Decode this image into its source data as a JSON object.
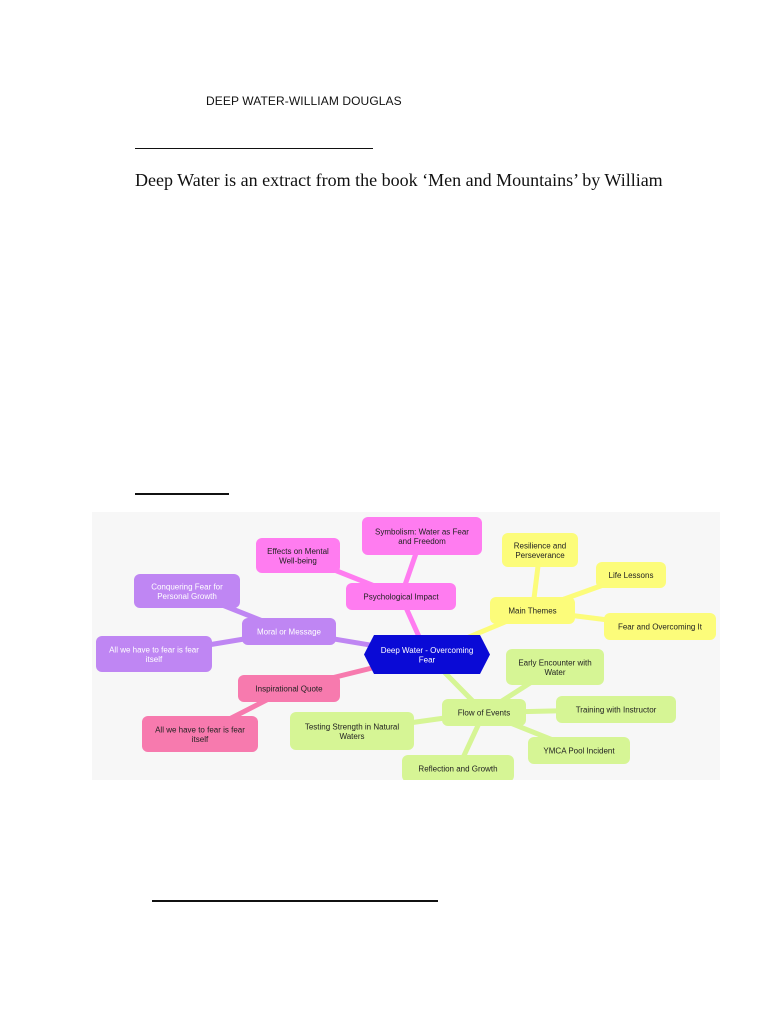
{
  "document": {
    "title": "DEEP WATER-WILLIAM DOUGLAS",
    "intro": "Deep Water is an extract from the book ‘Men and Mountains’ by William"
  },
  "mindmap": {
    "colors": {
      "center": "#0a0ad6",
      "magenta": "#ff7cf0",
      "yellow": "#fcfc7a",
      "purple": "#bf86f3",
      "pink": "#f77aae",
      "green": "#d6f595"
    },
    "nodes": {
      "center": [
        "Deep Water - Overcoming",
        "Fear"
      ],
      "psych": [
        "Psychological Impact"
      ],
      "symbolism": [
        "Symbolism: Water as Fear",
        "and Freedom"
      ],
      "effects": [
        "Effects on Mental",
        "Well-being"
      ],
      "themes": [
        "Main Themes"
      ],
      "resilience": [
        "Resilience and",
        "Perseverance"
      ],
      "life": [
        "Life Lessons"
      ],
      "fear_over": [
        "Fear and Overcoming It"
      ],
      "moral": [
        "Moral or Message"
      ],
      "conquering": [
        "Conquering Fear for",
        "Personal Growth"
      ],
      "allwe1": [
        "All we have to fear is fear",
        "itself"
      ],
      "quote": [
        "Inspirational Quote"
      ],
      "allwe2": [
        "All we have to fear is fear",
        "itself"
      ],
      "flow": [
        "Flow of Events"
      ],
      "early": [
        "Early Encounter with",
        "Water"
      ],
      "training": [
        "Training with Instructor"
      ],
      "ymca": [
        "YMCA Pool Incident"
      ],
      "reflection": [
        "Reflection and Growth"
      ],
      "testing": [
        "Testing Strength in Natural",
        "Waters"
      ]
    }
  }
}
